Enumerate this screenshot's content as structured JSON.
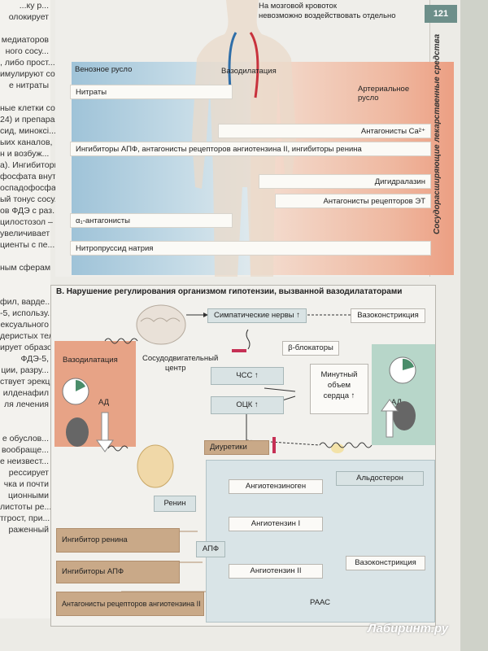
{
  "page_number": "121",
  "side_title": "Сосудорасширяющие лекарственные средства",
  "watermark": "Лабиринт.ру",
  "left_column_lines": [
    "...ку р...",
    "олокирует",
    "",
    "медиаторов",
    "ного сосу...",
    ", либо прост...",
    "имулируют со...",
    "е нитраты",
    "",
    "ные клетки со...",
    "24) и препара...",
    "сид, миноксі...",
    "ыих каналов,",
    "н и возбуж...",
    "а). Ингибиторы",
    "фосфата внутри...",
    "оспадофосфата",
    "ый тонус сосу...",
    "ов ФДЭ с раз...",
    "цилостозол –",
    "увеличивает",
    "циенты с пе...",
    "",
    "ным сферам",
    "",
    "",
    "фил, варде...",
    "-5, использу...",
    "ексуального",
    "деристых тел",
    "ирует образо...",
    "ФДЭ-5,",
    "ции, разру...",
    "ствует эрекции.",
    "илденафил",
    "ля лечения",
    "",
    "",
    "е обуслов...",
    "вообраще...",
    "е неизвест...",
    "рессирует",
    "чка и почти",
    "ционными",
    "листоты ре...",
    "тгрост, при...",
    "раженный"
  ],
  "panelA": {
    "brain_note_line1": "На мозговой кровоток",
    "brain_note_line2": "невозможно воздействовать отдельно",
    "venous_label": "Венозное русло",
    "vasodilation_label": "Вазодилатация",
    "arterial_label": "Артериальное русло",
    "rows": [
      "Нитраты",
      "Антагонисты Ca²⁺",
      "Ингибиторы АПФ, антагонисты рецепторов ангиотензина II, ингибиторы ренина",
      "Дигидралазин",
      "Антагонисты рецепторов ЭТ",
      "α₁-антагонисты",
      "Нитропруссид натрия"
    ]
  },
  "panelB": {
    "title": "В. Нарушение регулирования организмом гипотензии, вызванной вазодилататорами",
    "sympathetic": "Симпатические нервы ↑",
    "vasoconstriction_top": "Вазоконстрикция",
    "beta_blockers": "β-блокаторы",
    "vasomotor_center_line1": "Сосудодвигательный",
    "vasomotor_center_line2": "центр",
    "vasodilation": "Вазодилатация",
    "bp_left": "АД",
    "hr": "ЧСС ↑",
    "cardiac_output_line1": "Минутный",
    "cardiac_output_line2": "объем",
    "cardiac_output_line3": "сердца ↑",
    "bp_right": "АД",
    "bcv": "ОЦК ↑",
    "diuretics": "Диуретики",
    "aldosterone": "Альдостерон",
    "renin": "Ренин",
    "angiotensinogen": "Ангиотензиноген",
    "angiotensin1": "Ангиотензин I",
    "ace": "АПФ",
    "angiotensin2": "Ангиотензин II",
    "vasoconstriction_bottom": "Вазоконстрикция",
    "renin_inhibitor": "Ингибитор ренина",
    "ace_inhibitors": "Ингибиторы АПФ",
    "arb": "Антагонисты рецепторов ангиотензина II",
    "raas": "РААС"
  }
}
